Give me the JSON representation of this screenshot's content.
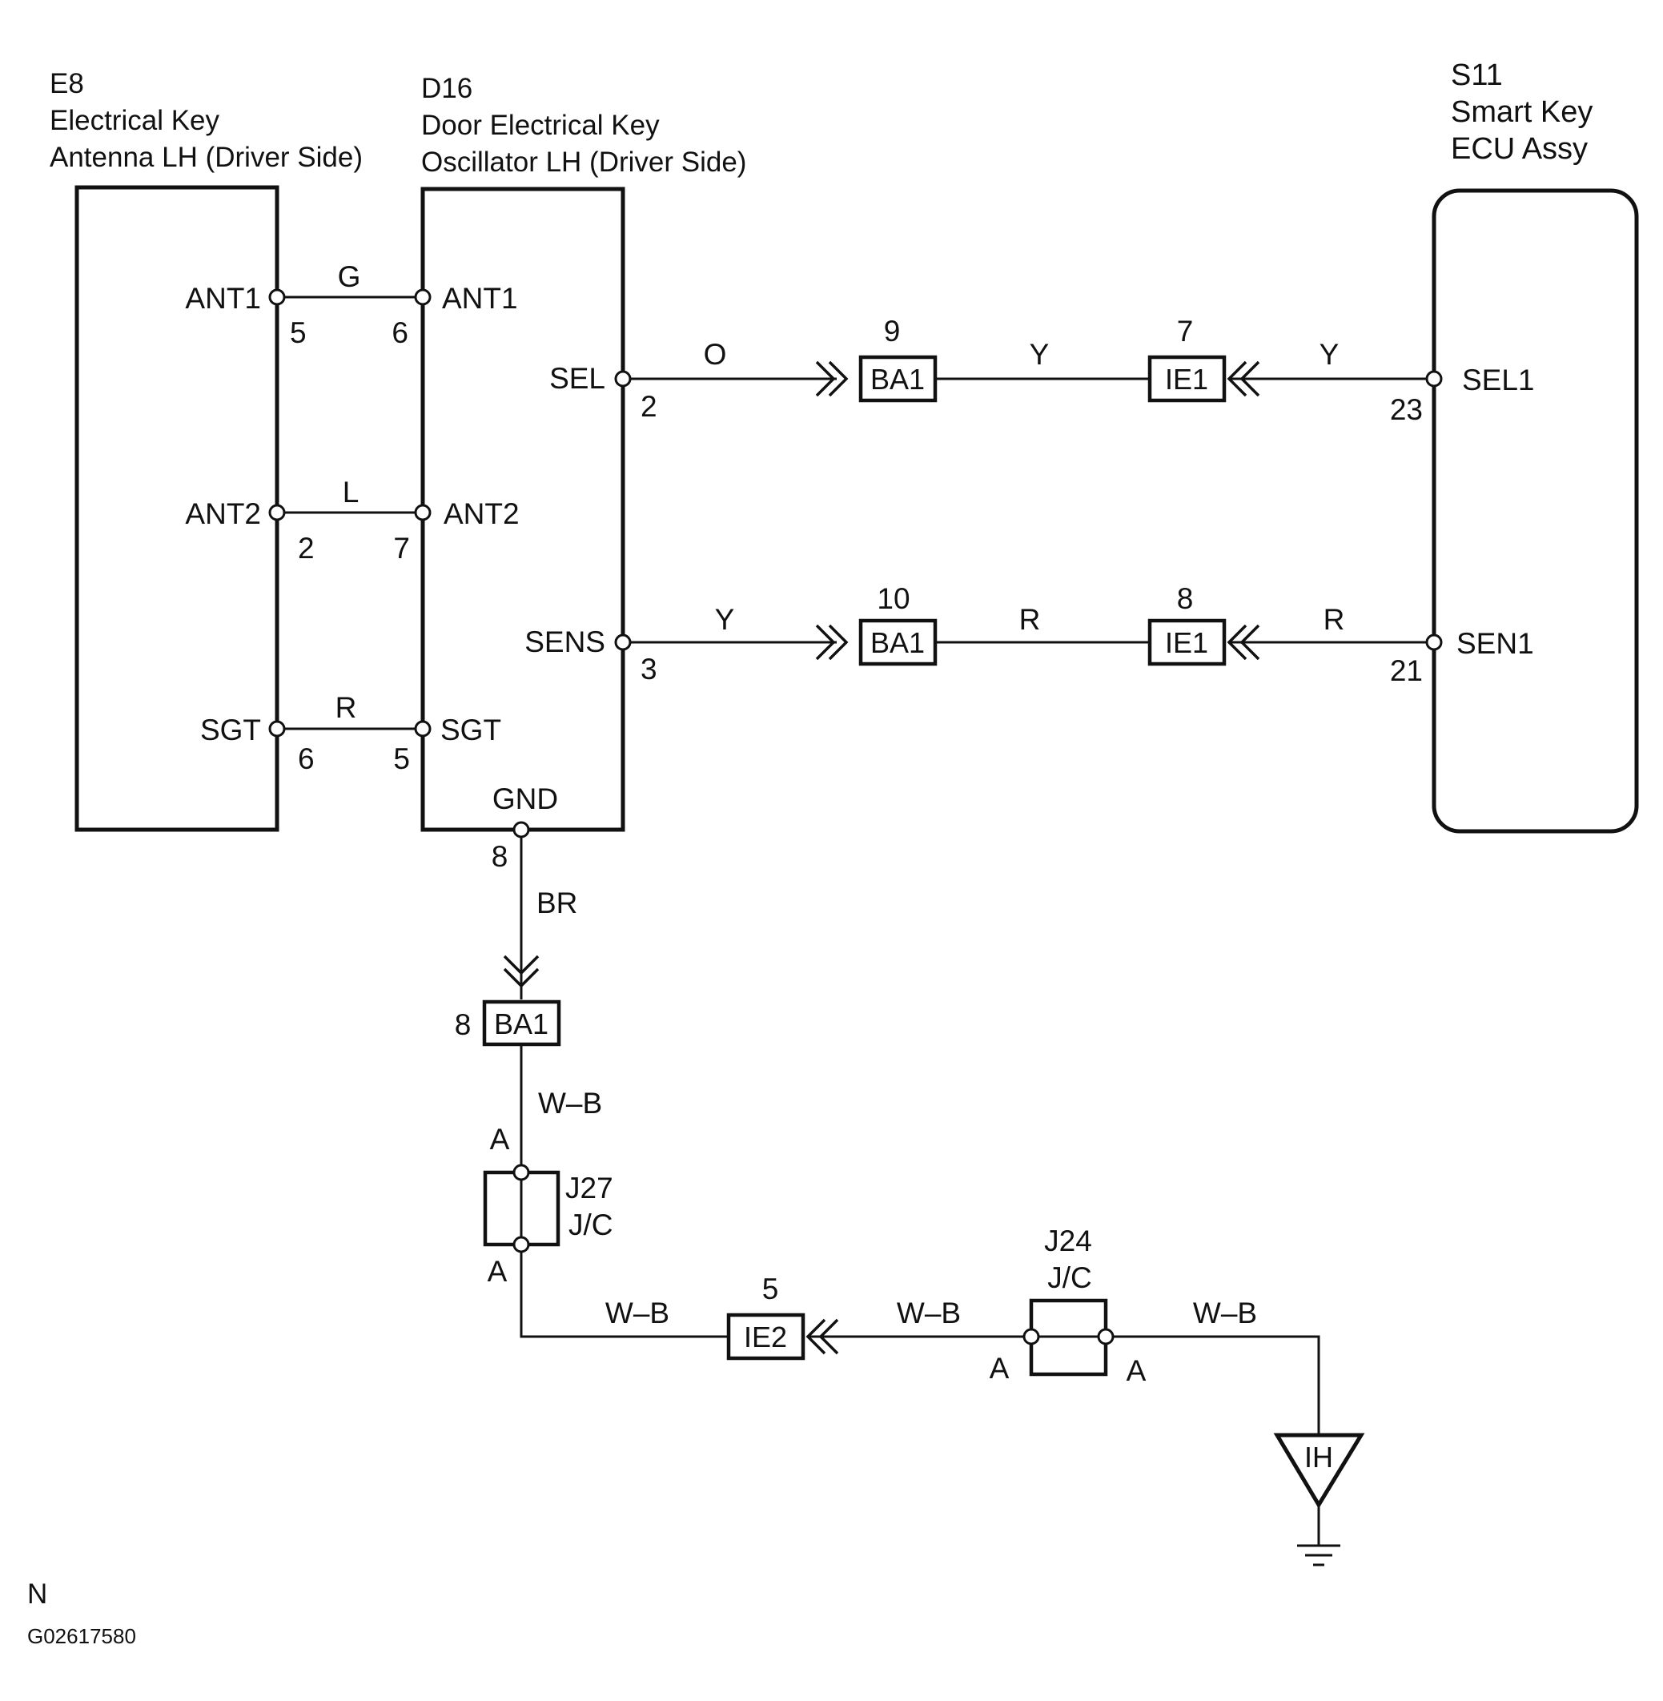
{
  "components": {
    "e8": {
      "code": "E8",
      "name_line1": "Electrical Key",
      "name_line2": "Antenna LH (Driver Side)"
    },
    "d16": {
      "code": "D16",
      "name_line1": "Door Electrical Key",
      "name_line2": "Oscillator LH (Driver Side)"
    },
    "s11": {
      "code": "S11",
      "name_line1": "Smart Key",
      "name_line2": "ECU Assy"
    },
    "j27": {
      "code": "J27",
      "type": "J/C",
      "pin_top": "A",
      "pin_bottom": "A"
    },
    "j24": {
      "code": "J24",
      "type": "J/C",
      "pin_left": "A",
      "pin_right": "A"
    },
    "ground": {
      "code": "IH"
    }
  },
  "e8_pins": [
    {
      "name": "ANT1",
      "number": "5"
    },
    {
      "name": "ANT2",
      "number": "2"
    },
    {
      "name": "SGT",
      "number": "6"
    }
  ],
  "d16_pins": [
    {
      "name": "ANT1",
      "number": "6"
    },
    {
      "name": "ANT2",
      "number": "7"
    },
    {
      "name": "SGT",
      "number": "5"
    },
    {
      "name": "SEL",
      "number": "2"
    },
    {
      "name": "SENS",
      "number": "3"
    },
    {
      "name": "GND",
      "number": "8"
    }
  ],
  "s11_pins": [
    {
      "name": "SEL1",
      "number": "23"
    },
    {
      "name": "SEN1",
      "number": "21"
    }
  ],
  "wires": {
    "ant1": "G",
    "ant2": "L",
    "sgt": "R",
    "sel_a": "O",
    "sel_b": "Y",
    "sel_c": "Y",
    "sens_a": "Y",
    "sens_b": "R",
    "sens_c": "R",
    "gnd_a": "BR",
    "gnd_b": "W–B",
    "gnd_c": "W–B",
    "gnd_d": "W–B",
    "gnd_e": "W–B"
  },
  "connectors": {
    "ba1_sel": {
      "label": "BA1",
      "pin": "9"
    },
    "ie1_sel": {
      "label": "IE1",
      "pin": "7"
    },
    "ba1_sens": {
      "label": "BA1",
      "pin": "10"
    },
    "ie1_sens": {
      "label": "IE1",
      "pin": "8"
    },
    "ba1_gnd": {
      "label": "BA1",
      "pin": "8"
    },
    "ie2_gnd": {
      "label": "IE2",
      "pin": "5"
    }
  },
  "footer": {
    "code_letter": "N",
    "figure_id": "G02617580"
  }
}
